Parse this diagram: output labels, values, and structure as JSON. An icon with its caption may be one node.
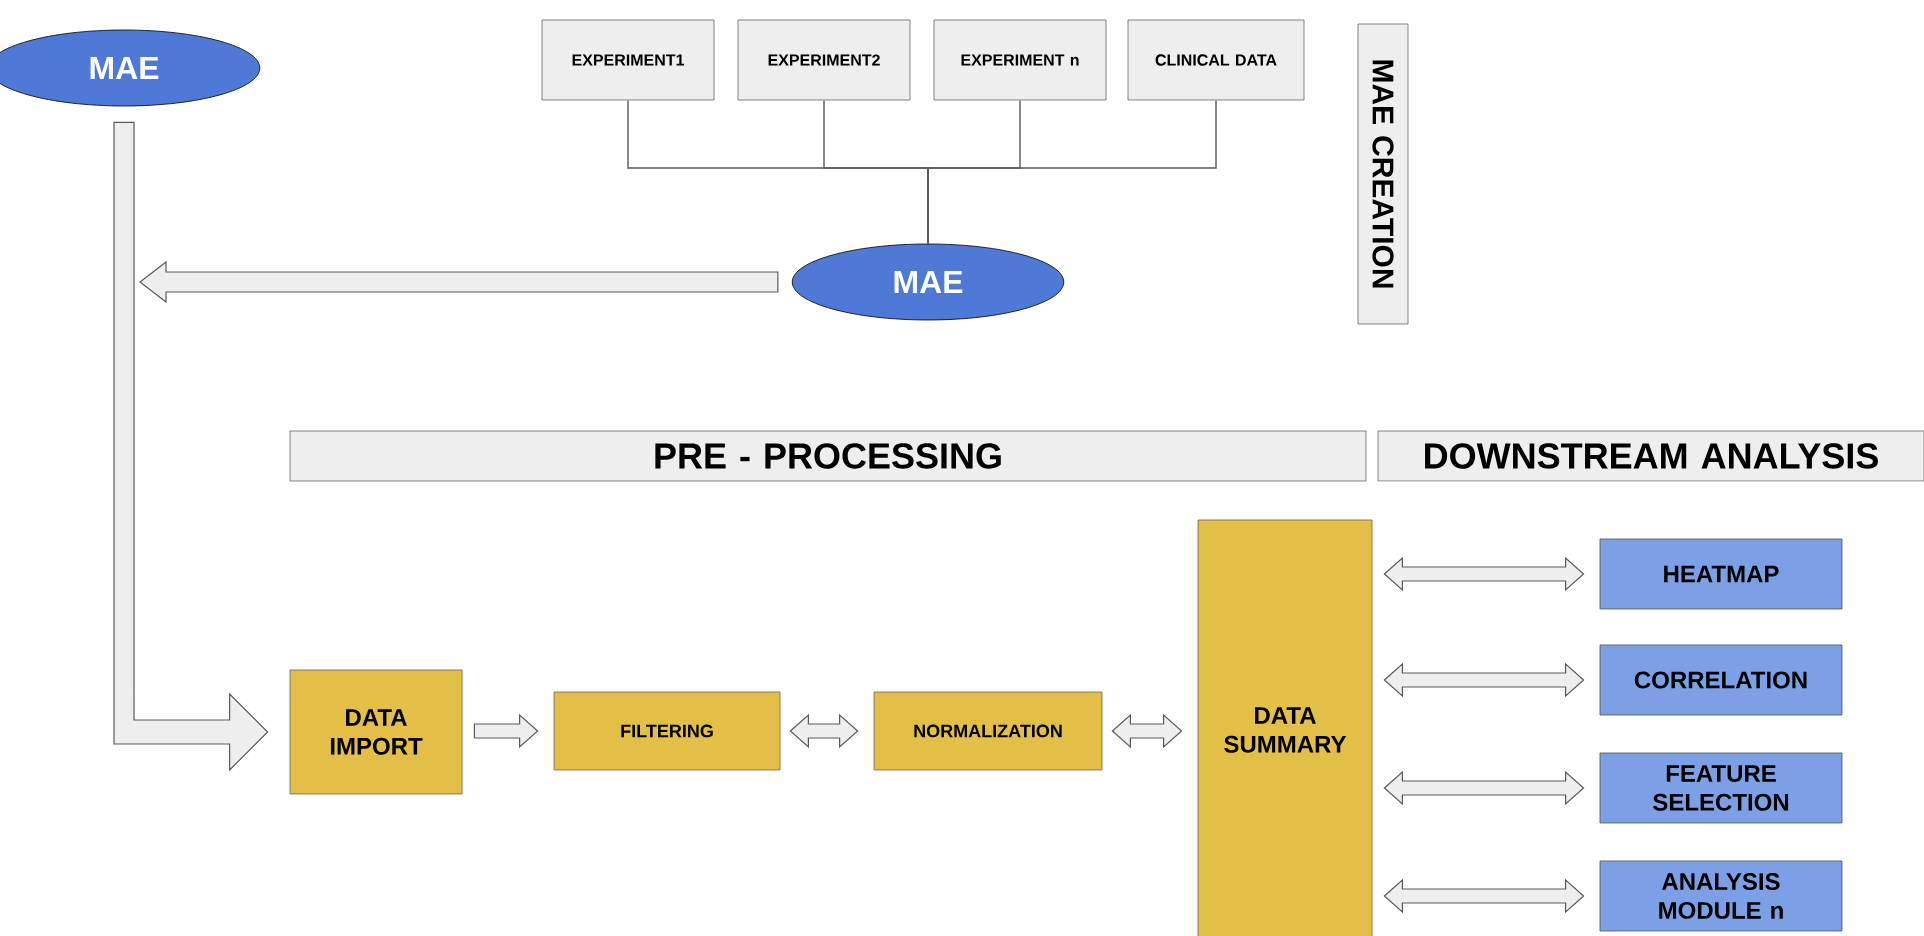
{
  "diagram": {
    "nodes": [
      {
        "text": [
          "MAE"
        ]
      },
      {
        "text": [
          "EXPERIMENT1"
        ]
      },
      {
        "text": [
          "EXPERIMENT2"
        ]
      },
      {
        "text": [
          "EXPERIMENT n"
        ]
      },
      {
        "text": [
          "CLINICAL DATA"
        ]
      },
      {
        "text": [
          "MAE"
        ]
      },
      {
        "text": [
          "MAE CREATION"
        ]
      },
      {
        "text": [
          "PRE - PROCESSING"
        ]
      },
      {
        "text": [
          "DOWNSTREAM ANALYSIS"
        ]
      },
      {
        "text": [
          "DATA IMPORT"
        ]
      },
      {
        "text": [
          "FILTERING"
        ]
      },
      {
        "text": [
          "NORMALIZATION"
        ]
      },
      {
        "text": [
          "DATA SUMMARY"
        ]
      },
      {
        "text": [
          "HEATMAP"
        ]
      },
      {
        "text": [
          "CORRELATION"
        ]
      },
      {
        "text": [
          "FEATURE SELECTION"
        ]
      },
      {
        "text": [
          "ANALYSIS MODULE n"
        ]
      }
    ],
    "edges": [
      {
        "from": 1,
        "to": 5,
        "arrow": "none"
      },
      {
        "from": 2,
        "to": 5,
        "arrow": "none"
      },
      {
        "from": 3,
        "to": 5,
        "arrow": "none"
      },
      {
        "from": 4,
        "to": 5,
        "arrow": "none"
      },
      {
        "from": 5,
        "to": null,
        "arrow": "to"
      },
      {
        "from": 0,
        "to": 9,
        "arrow": "to"
      },
      {
        "from": 9,
        "to": 10,
        "arrow": "to"
      },
      {
        "from": 10,
        "to": 11,
        "arrow": "both"
      },
      {
        "from": 11,
        "to": 12,
        "arrow": "both"
      },
      {
        "from": 12,
        "to": 13,
        "arrow": "both"
      },
      {
        "from": 12,
        "to": 14,
        "arrow": "both"
      },
      {
        "from": 12,
        "to": 15,
        "arrow": "both"
      },
      {
        "from": 12,
        "to": 16,
        "arrow": "both"
      }
    ]
  }
}
